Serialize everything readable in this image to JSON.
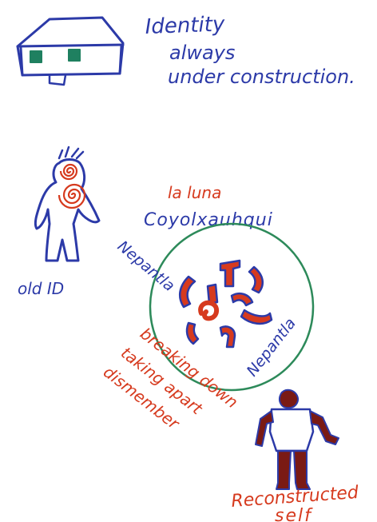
{
  "heading": {
    "line1": "Identity",
    "line2": "always",
    "line3": "under construction."
  },
  "labels": {
    "la_luna": "la luna",
    "coyolxauhqui": "Coyolxauhqui",
    "nepantla_upper": "Nepantla",
    "nepantla_lower": "Nepantla",
    "old_id": "old ID",
    "breaking_down": "breaking down",
    "taking_apart": "taking apart",
    "dismember": "dismember",
    "reconstructed": "Reconstructed",
    "self": "self"
  },
  "colors": {
    "blue_ink": "#2c3aa8",
    "red_ink": "#d63a1e",
    "green_ink": "#2d8a5a",
    "dark_red": "#7a1a14",
    "window_green": "#1f8060",
    "white_shirt": "#ffffff"
  },
  "icons": {
    "house": "house-icon",
    "old_id_figure": "old-id-figure-icon",
    "reconstructed_figure": "reconstructed-figure-icon",
    "moon_circle": "moon-circle-icon"
  }
}
